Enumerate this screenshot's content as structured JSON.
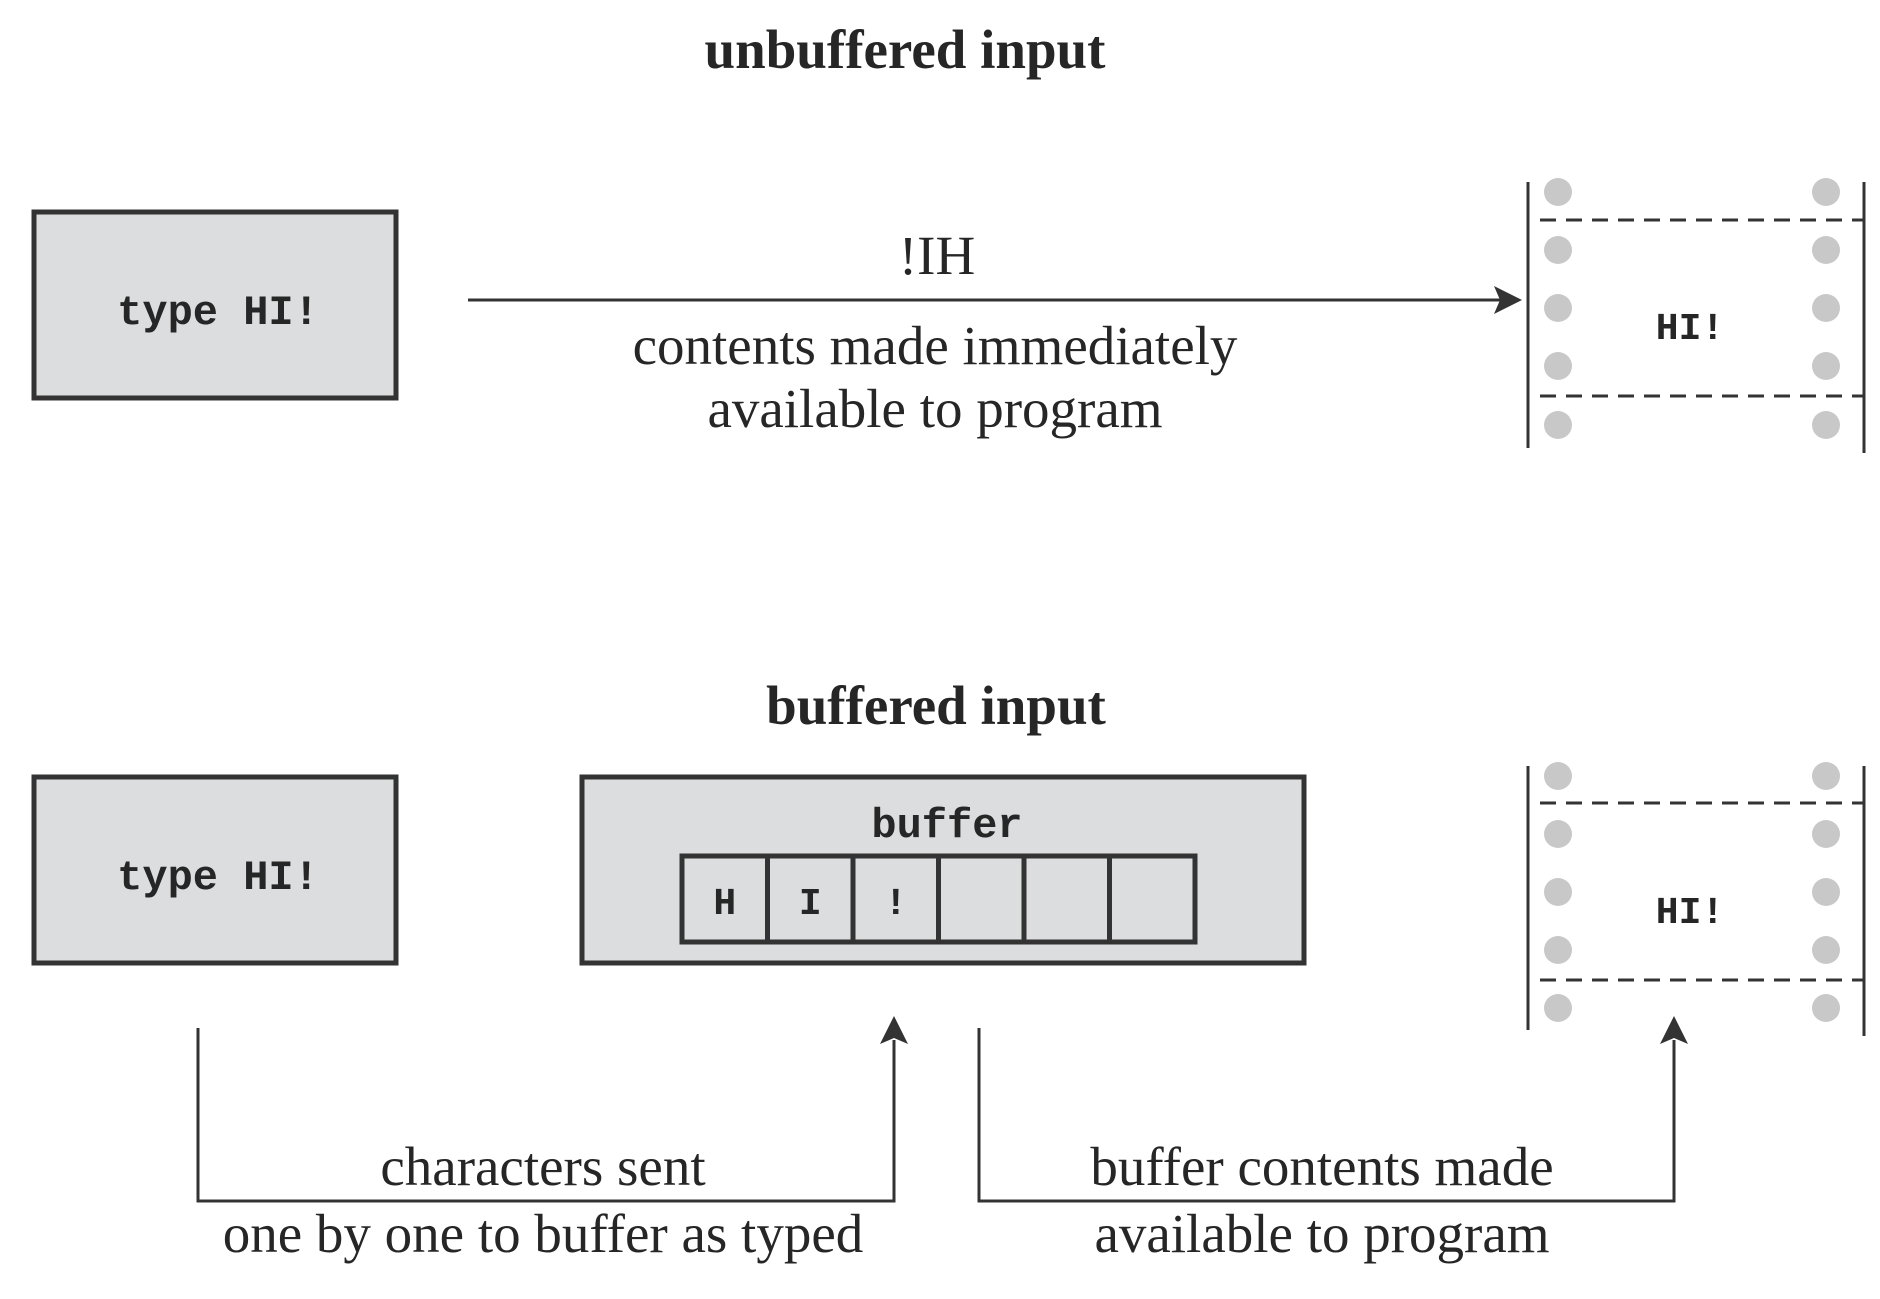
{
  "unbuffered": {
    "title": "unbuffered input",
    "keyboard_label": "type HI!",
    "stream_text": "!IH",
    "caption_line1": "contents made immediately",
    "caption_line2": "available to program",
    "program_text": "HI!"
  },
  "buffered": {
    "title": "buffered input",
    "keyboard_label": "type HI!",
    "buffer_label": "buffer",
    "buffer_cells": [
      "H",
      "I",
      "!",
      "",
      "",
      ""
    ],
    "caption_left_line1": "characters sent",
    "caption_left_line2": "one by one to buffer as typed",
    "caption_right_line1": "buffer contents made",
    "caption_right_line2": "available to program",
    "program_text": "HI!"
  },
  "colors": {
    "box_fill": "#dcdddf",
    "stroke": "#333333",
    "sprocket_hole": "#c8c8c8"
  }
}
